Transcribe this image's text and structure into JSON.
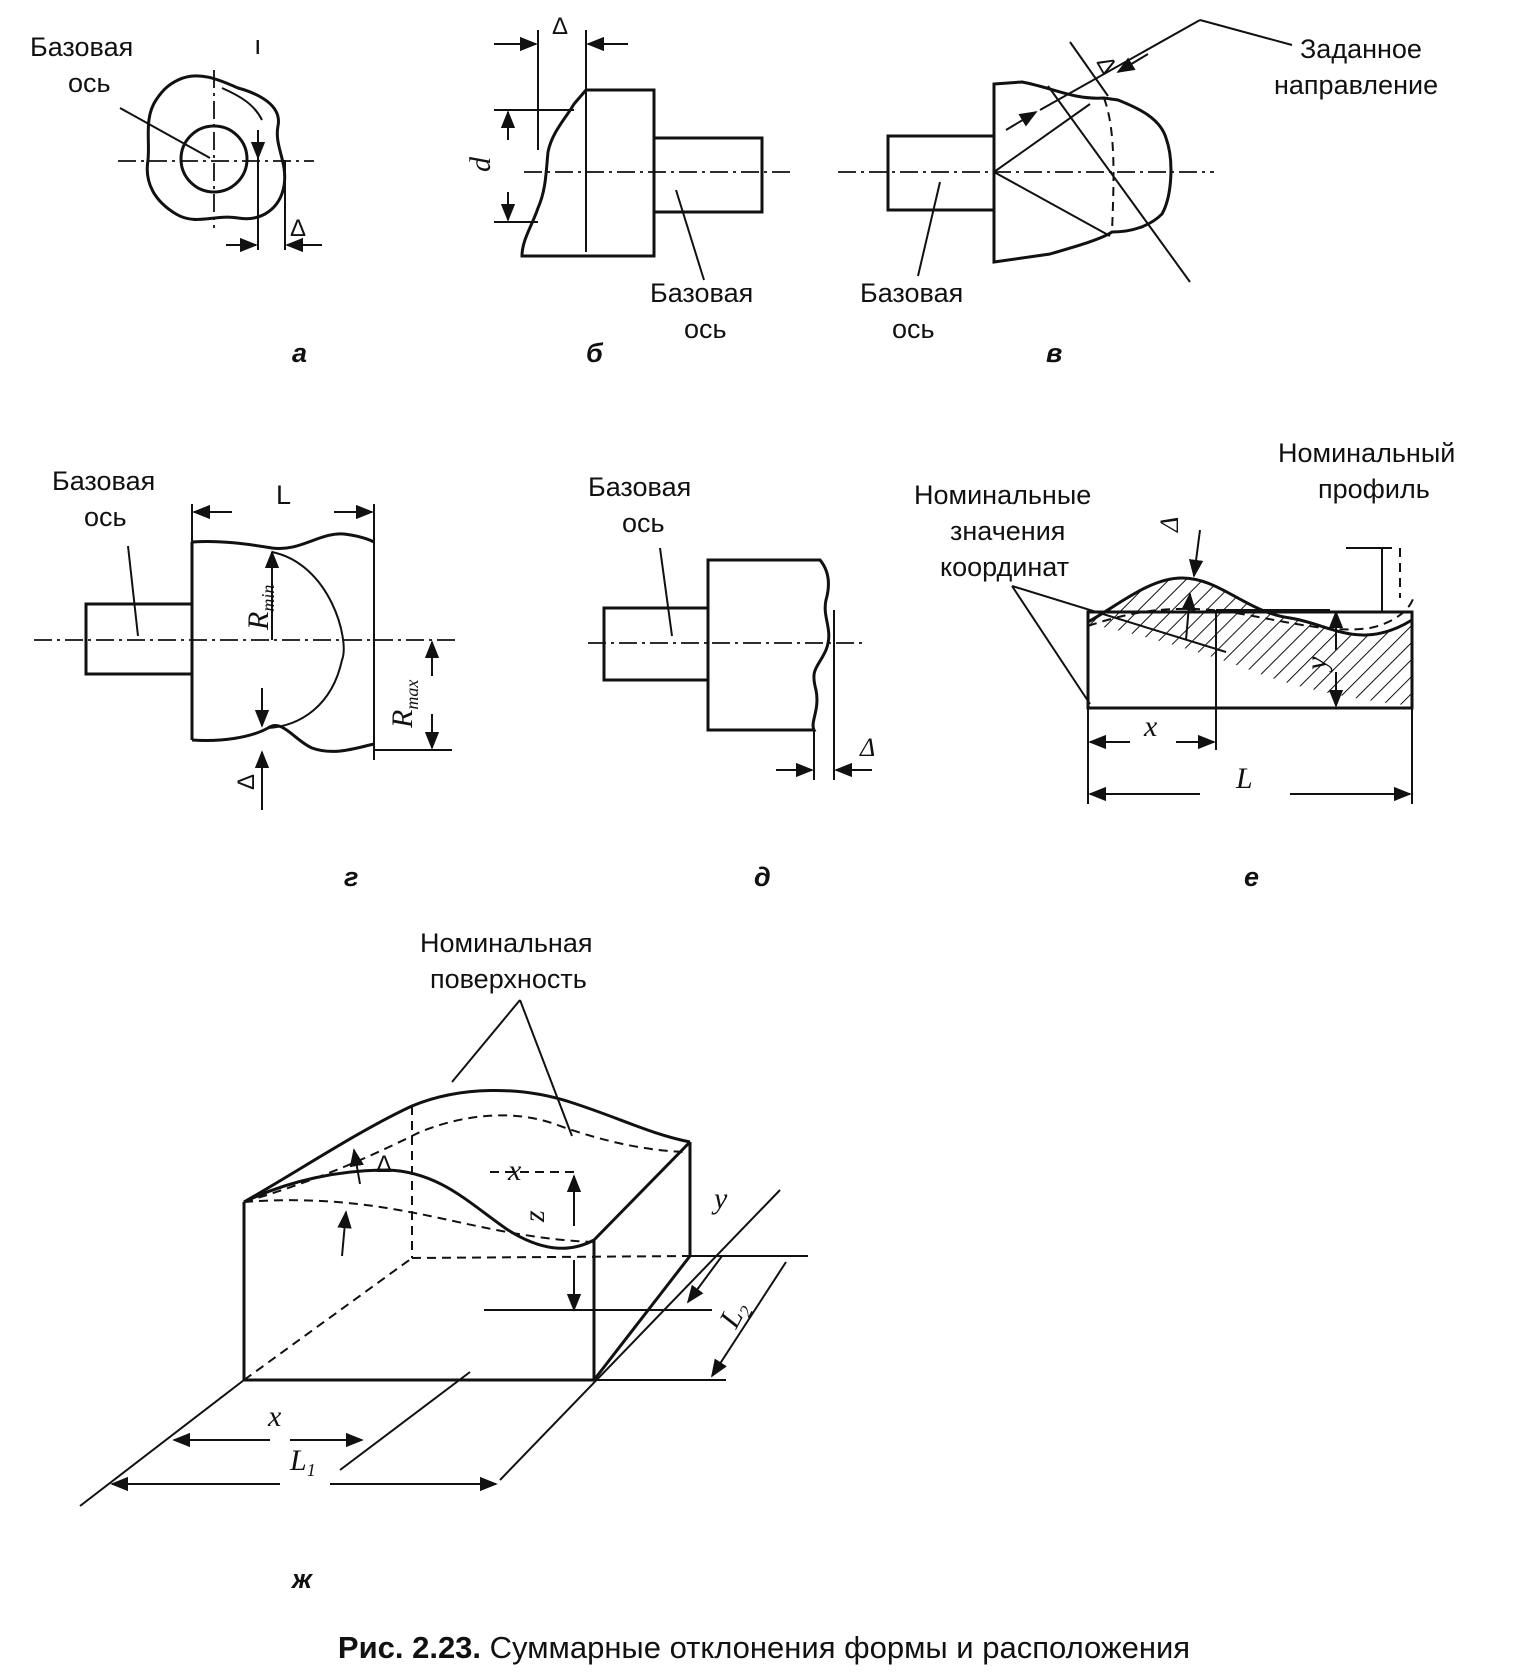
{
  "labels": {
    "base_axis_line1": "Базовая",
    "base_axis_line2": "ось",
    "given_direction_line1": "Заданное",
    "given_direction_line2": "направление",
    "nominal_profile_line1": "Номинальный",
    "nominal_profile_line2": "профиль",
    "nominal_coords_line1": "Номинальные",
    "nominal_coords_line2": "значения",
    "nominal_coords_line3": "координат",
    "nominal_surface_line1": "Номинальная",
    "nominal_surface_line2": "поверхность"
  },
  "symbols": {
    "delta": "Δ",
    "d": "d",
    "L": "L",
    "R": "R",
    "min": "min",
    "max": "max",
    "x": "x",
    "y": "y",
    "z": "z",
    "L1": "L",
    "L1_sub": "1",
    "L2": "L",
    "L2_sub": "2"
  },
  "subfigures": {
    "a": "а",
    "b": "б",
    "v": "в",
    "g": "г",
    "d": "д",
    "e": "е",
    "zh": "ж"
  },
  "caption": {
    "number": "Рис. 2.23.",
    "text": "Суммарные отклонения формы и расположения"
  },
  "stray_mark": "ı"
}
